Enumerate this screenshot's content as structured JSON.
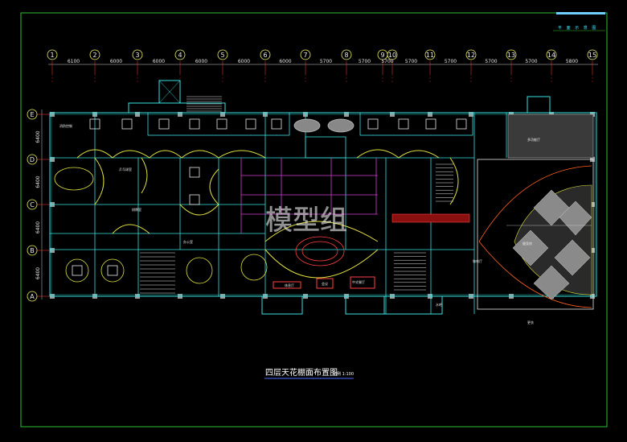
{
  "title_block": {
    "label": "平 面 示 意 图"
  },
  "grid": {
    "column_labels": [
      "1",
      "2",
      "3",
      "4",
      "5",
      "6",
      "7",
      "8",
      "9",
      "10",
      "11",
      "12",
      "13",
      "14",
      "15"
    ],
    "row_labels": [
      "E",
      "D",
      "C",
      "B",
      "A"
    ],
    "top_dimensions": [
      "6100",
      "6000",
      "6000",
      "6000",
      "6000",
      "6000",
      "5700",
      "5700",
      "5700",
      "5700",
      "5700",
      "5700",
      "5700",
      "5800"
    ],
    "side_dimensions": [
      "6400",
      "6400",
      "6400",
      "6400"
    ]
  },
  "room_labels": [
    "消防控制",
    "乒乓球室",
    "多功能厅",
    "健身房",
    "棋牌室",
    "办公室",
    "休息厅",
    "中式餐厅",
    "水吧",
    "咖啡厅",
    "更衣",
    "会议"
  ],
  "drawing_title": "四层天花棚面布置图",
  "scale_text": "比例 1:100",
  "watermark": "模型组",
  "colors": {
    "frame": "#2fbf2f",
    "wall": "#36e0e0",
    "gridline": "#e03030",
    "bubble": "#f0f060",
    "ceiling": "#e0e040",
    "magenta": "#d040d0",
    "accent": "#ff4040"
  }
}
